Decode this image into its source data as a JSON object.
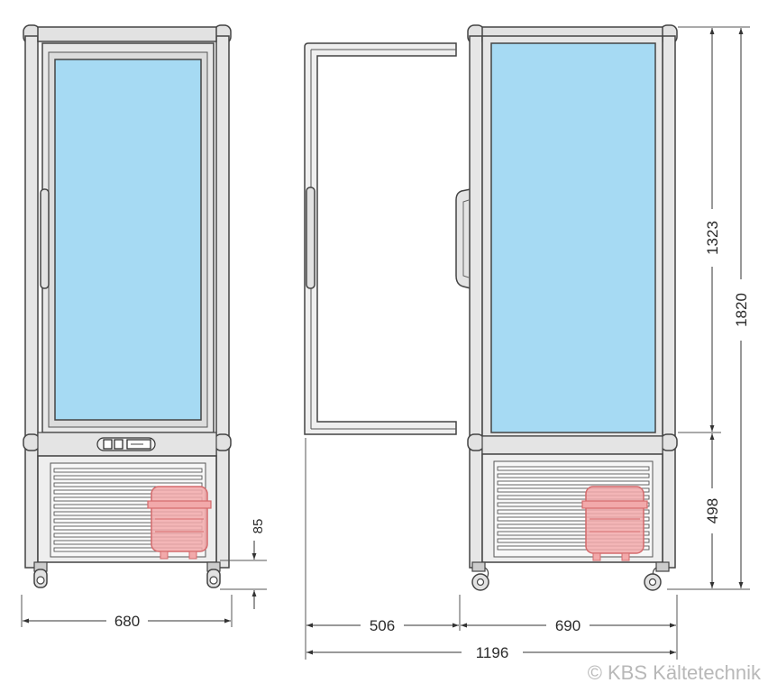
{
  "dimensions": {
    "front_width": "680",
    "base_height": "85",
    "door_open_depth": "506",
    "side_depth": "690",
    "total_depth": "1196",
    "glass_height": "1323",
    "total_height": "1820",
    "lower_height": "498"
  },
  "copyright": "© KBS Kältetechnik",
  "colors": {
    "glass": "#a6daf3",
    "frame": "#e2e2e2",
    "outline": "#444444",
    "compressor": "#f2a9aa",
    "compressor_outline": "#d46a6c"
  }
}
